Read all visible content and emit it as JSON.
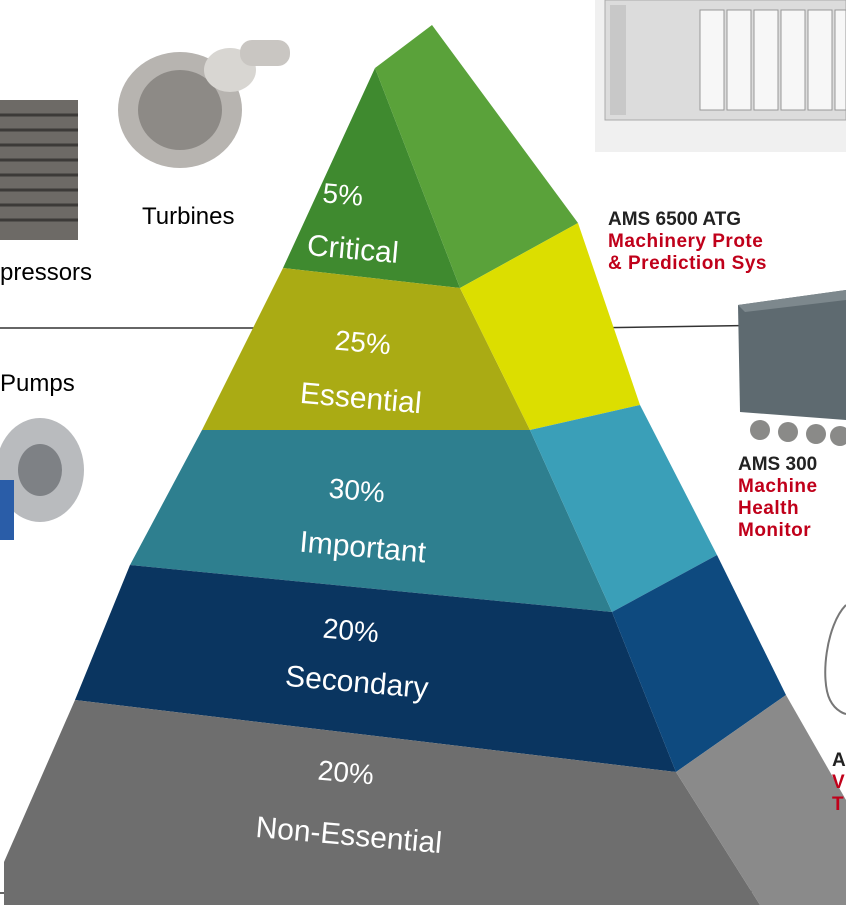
{
  "pyramid": {
    "tiers": [
      {
        "percent": "5%",
        "name": "Critical"
      },
      {
        "percent": "25%",
        "name": "Essential"
      },
      {
        "percent": "30%",
        "name": "Important"
      },
      {
        "percent": "20%",
        "name": "Secondary"
      },
      {
        "percent": "20%",
        "name": "Non-Essential"
      }
    ]
  },
  "left_labels": {
    "turbines": "Turbines",
    "compressors": "pressors",
    "pumps": "Pumps"
  },
  "right_labels": {
    "atg_line1": "AMS 6500 ATG",
    "atg_line2": "Machinery Prote",
    "atg_line3": "& Prediction Sys",
    "monitor_line1": "AMS 300",
    "monitor_line2": "Machine",
    "monitor_line3": "Health",
    "monitor_line4": "Monitor",
    "bottom_line1": "A",
    "bottom_line2": "V",
    "bottom_line3": "T"
  },
  "colors": {
    "critical": "#5aa23a",
    "essential": "#c7c81a",
    "important": "#3a96a8",
    "secondary": "#0e3f6e",
    "non_essential": "#7a7a7a",
    "label_red": "#c0001a"
  }
}
